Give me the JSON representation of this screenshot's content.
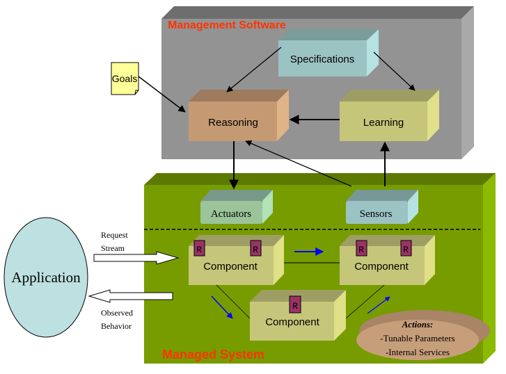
{
  "management": {
    "title": "Management Software",
    "specifications": "Specifications",
    "reasoning": "Reasoning",
    "learning": "Learning",
    "goals": "Goals"
  },
  "managed": {
    "title": "Managed System",
    "actuators": "Actuators",
    "sensors": "Sensors",
    "components": [
      {
        "label": "Component",
        "r_tags": [
          "R",
          "R"
        ]
      },
      {
        "label": "Component",
        "r_tags": [
          "R",
          "R"
        ]
      },
      {
        "label": "Component",
        "r_tags": [
          "R"
        ]
      }
    ],
    "actions": {
      "title": "Actions:",
      "items": [
        "-Tunable Parameters",
        "-Internal Services"
      ]
    }
  },
  "application": {
    "label": "Application",
    "request_line1": "Request",
    "request_line2": "Stream",
    "observed_line1": "Observed",
    "observed_line2": "Behavior"
  },
  "colors": {
    "title_red": "#ff3300",
    "management_bg": "#939393",
    "managed_bg": "#779c00",
    "component_fill": "#c6c67a",
    "r_tag": "#993366",
    "flow_blue": "#0000ff"
  }
}
